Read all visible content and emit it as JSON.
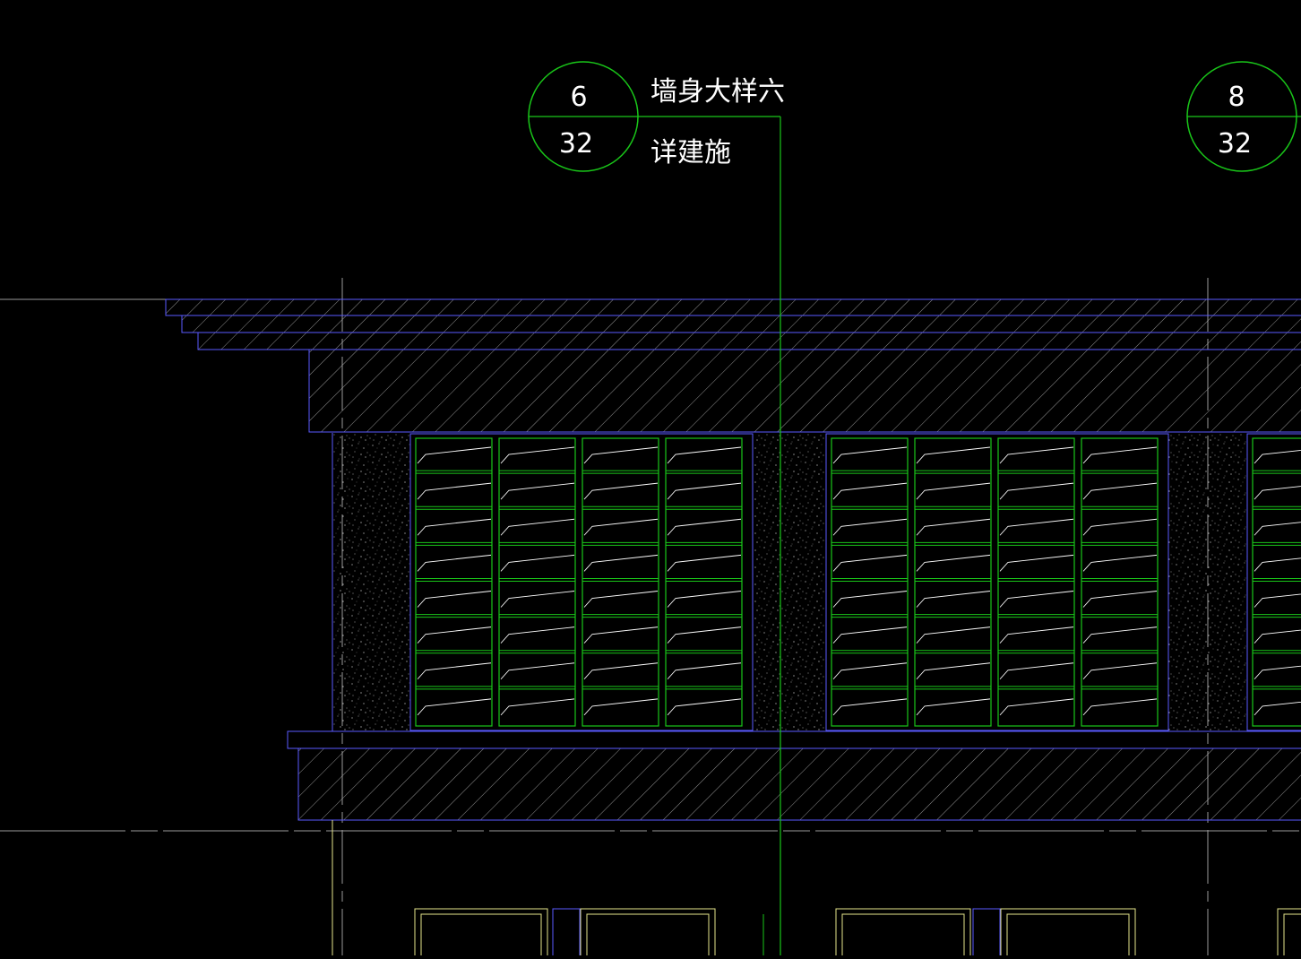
{
  "drawing": {
    "background": "#000000",
    "callout_left": {
      "top": "6",
      "bottom": "32"
    },
    "callout_right": {
      "top": "8",
      "bottom": "32"
    },
    "annotation": {
      "line1": "墙身大样六",
      "line2": "详建施"
    }
  },
  "colors": {
    "outline_blue": "#5a5aff",
    "green": "#19c619",
    "yellow": "#e6e68c",
    "grid": "#9a9a9a",
    "text": "#ffffff"
  }
}
